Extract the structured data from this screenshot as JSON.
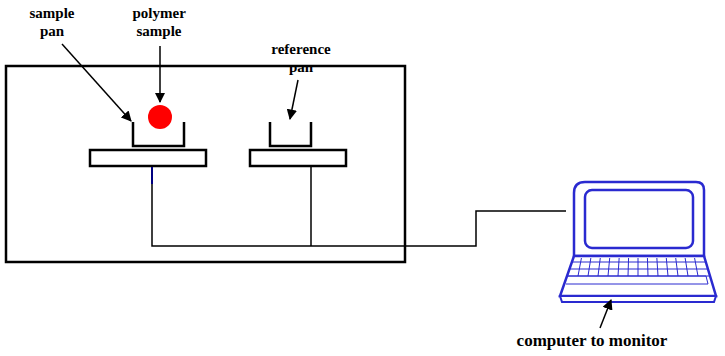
{
  "diagram": {
    "labels": [
      "sample pan",
      "polymer sample",
      "reference pan",
      "computer to monitor"
    ]
  }
}
